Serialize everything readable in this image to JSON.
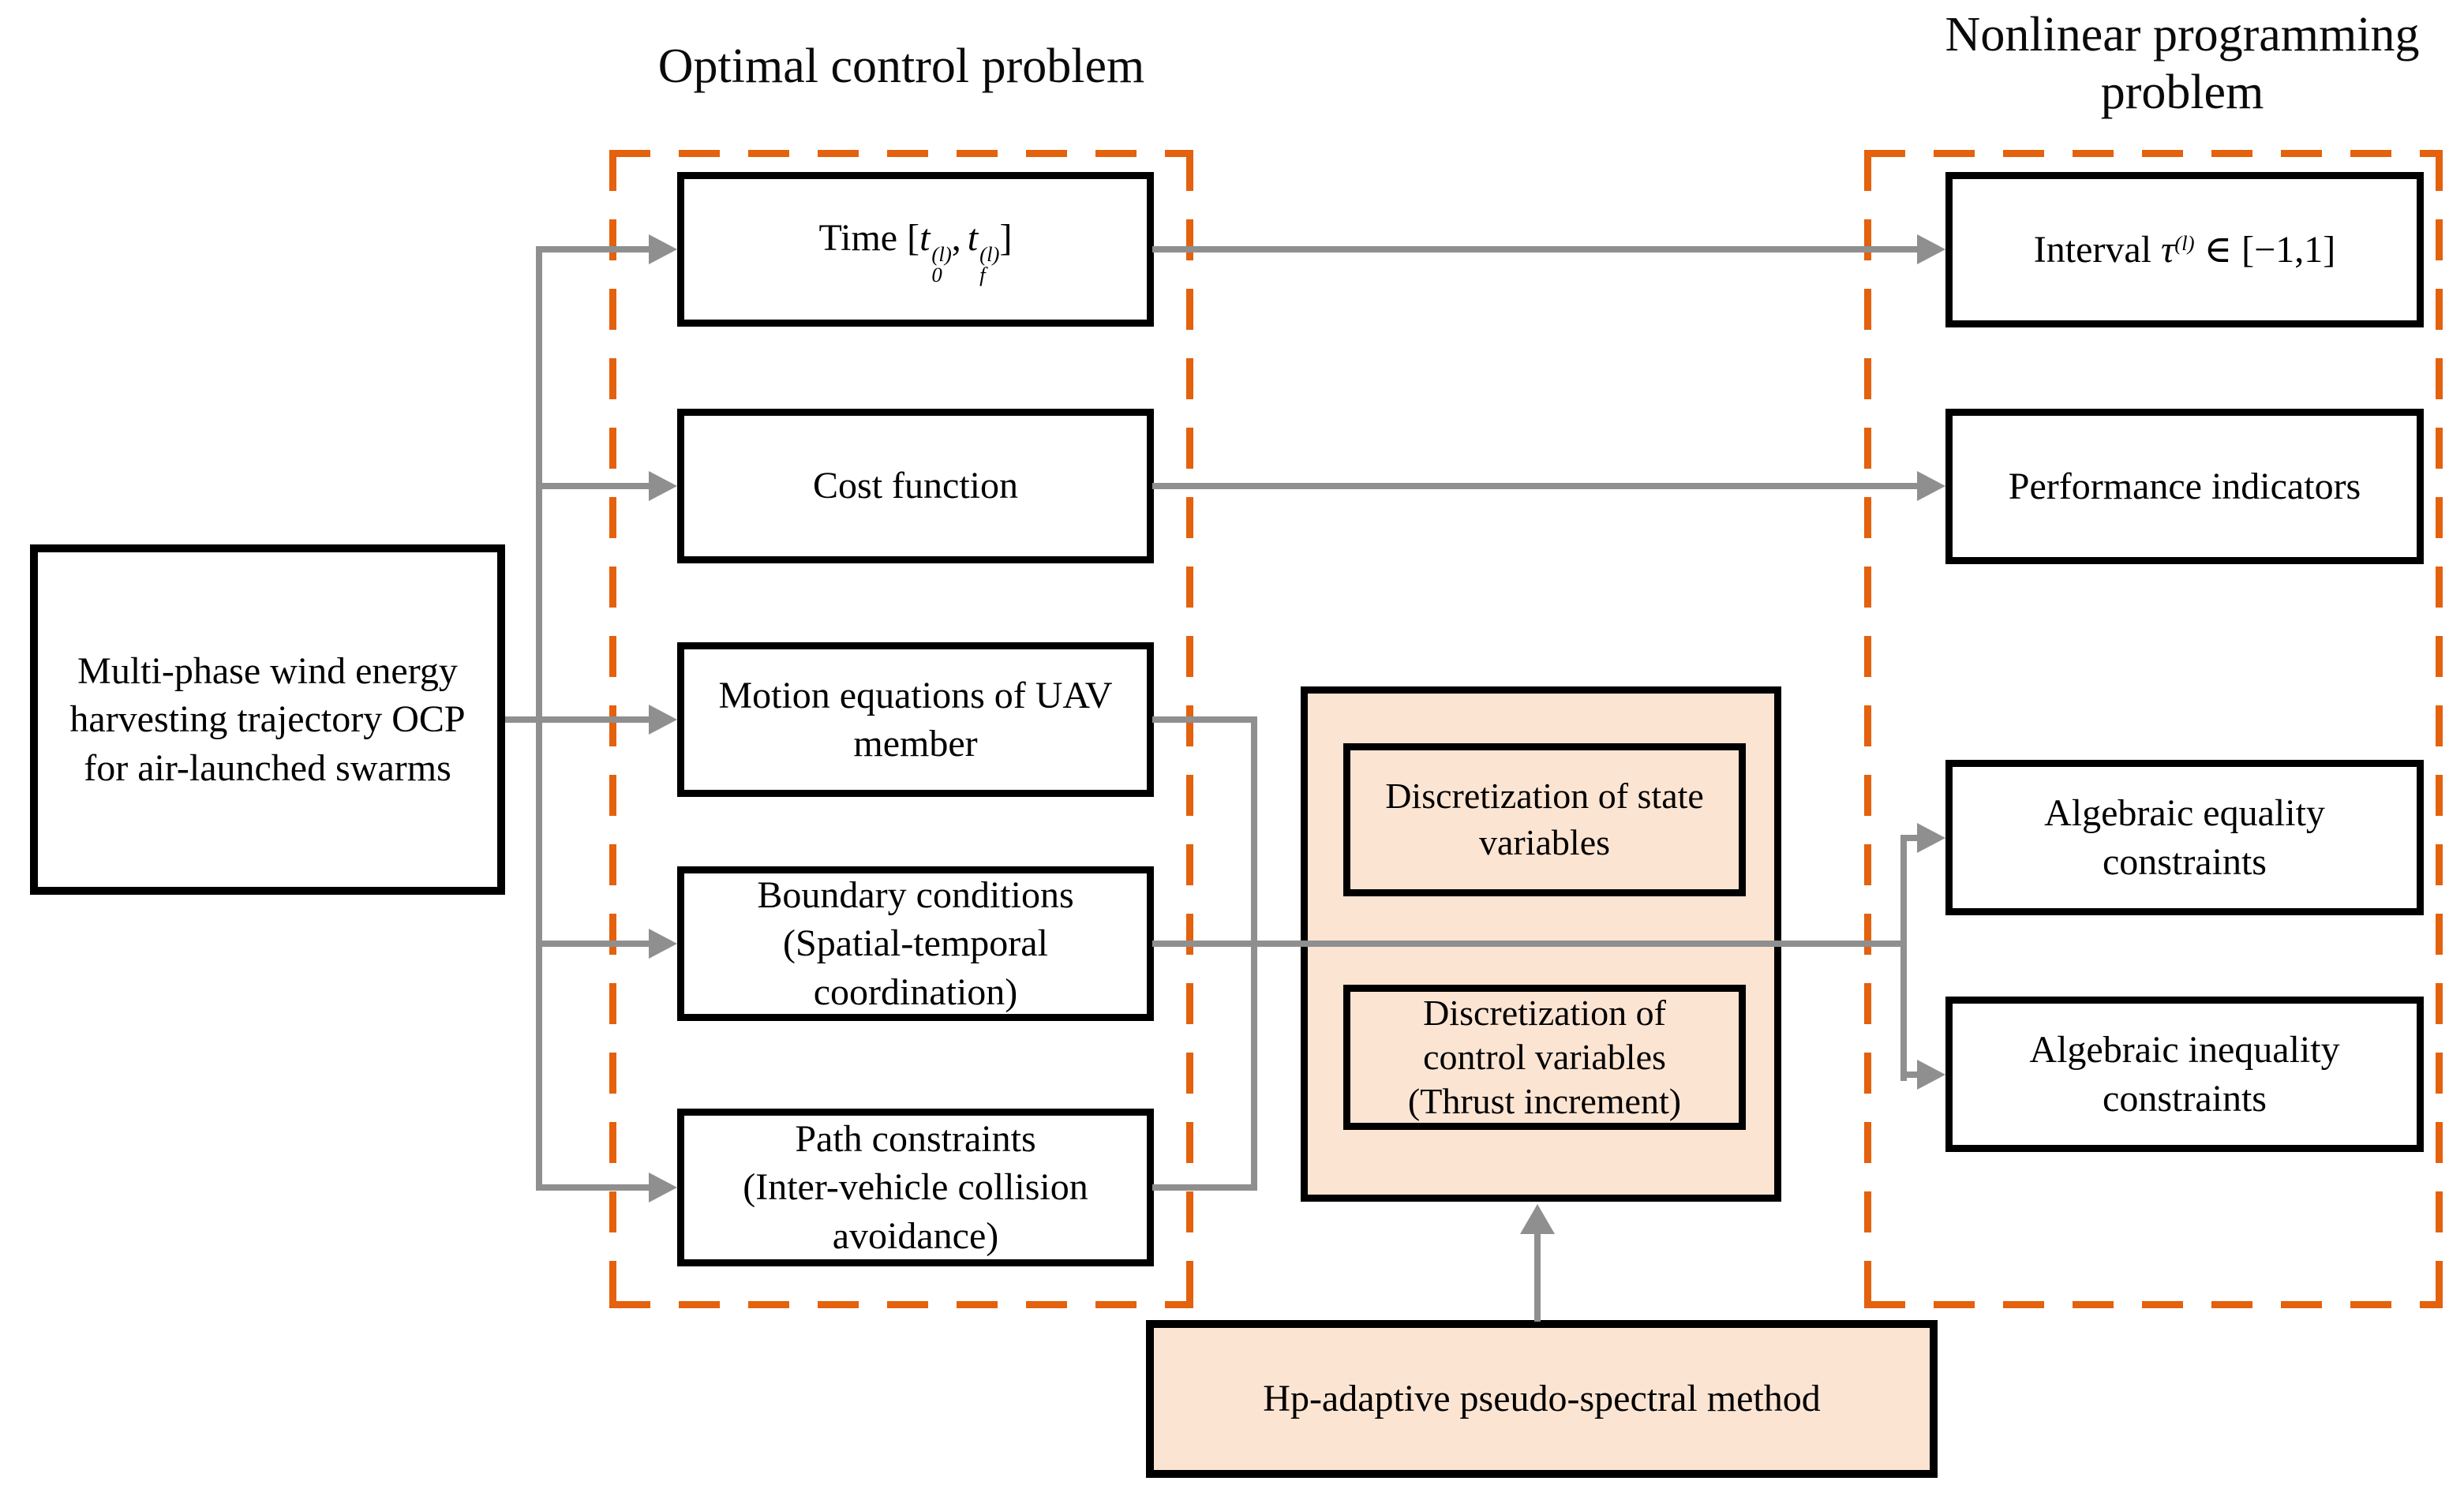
{
  "titles": {
    "ocp": "Optimal control problem",
    "nlp": [
      "Nonlinear programming",
      "problem"
    ]
  },
  "colors": {
    "accent_orange": "#E4610D",
    "peach_fill": "#FCE4D3",
    "line_gray": "#8F8F8F",
    "box_border": "#000000"
  },
  "source_box": {
    "lines": [
      "Multi-phase wind energy",
      "harvesting trajectory OCP",
      "for air-launched swarms"
    ]
  },
  "ocp_boxes": {
    "time": {
      "prefix": "Time [",
      "t1": "t",
      "t1_sup": "(l)",
      "t1_sub": "0",
      "comma": ",",
      "t2": "t",
      "t2_sup": "(l)",
      "t2_sub": "f",
      "suffix": "]"
    },
    "cost": {
      "lines": [
        "Cost function"
      ]
    },
    "motion": {
      "lines": [
        "Motion equations of UAV",
        "member"
      ]
    },
    "boundary": {
      "lines": [
        "Boundary conditions",
        "(Spatial-temporal",
        "coordination)"
      ]
    },
    "path": {
      "lines": [
        "Path constraints",
        "(Inter-vehicle collision",
        "avoidance)"
      ]
    }
  },
  "discretization": {
    "state": {
      "lines": [
        "Discretization of state",
        "variables"
      ]
    },
    "control": {
      "lines": [
        "Discretization of",
        "control variables",
        "(Thrust increment)"
      ]
    }
  },
  "method_box": {
    "label": "Hp-adaptive pseudo-spectral method"
  },
  "nlp_boxes": {
    "interval": {
      "prefix": "Interval ",
      "tau": "τ",
      "tau_sup": "(l)",
      "rest": " ∈ [−1,1]"
    },
    "performance": {
      "lines": [
        "Performance indicators"
      ]
    },
    "equality": {
      "lines": [
        "Algebraic equality",
        "constraints"
      ]
    },
    "inequality": {
      "lines": [
        "Algebraic inequality",
        "constraints"
      ]
    }
  }
}
